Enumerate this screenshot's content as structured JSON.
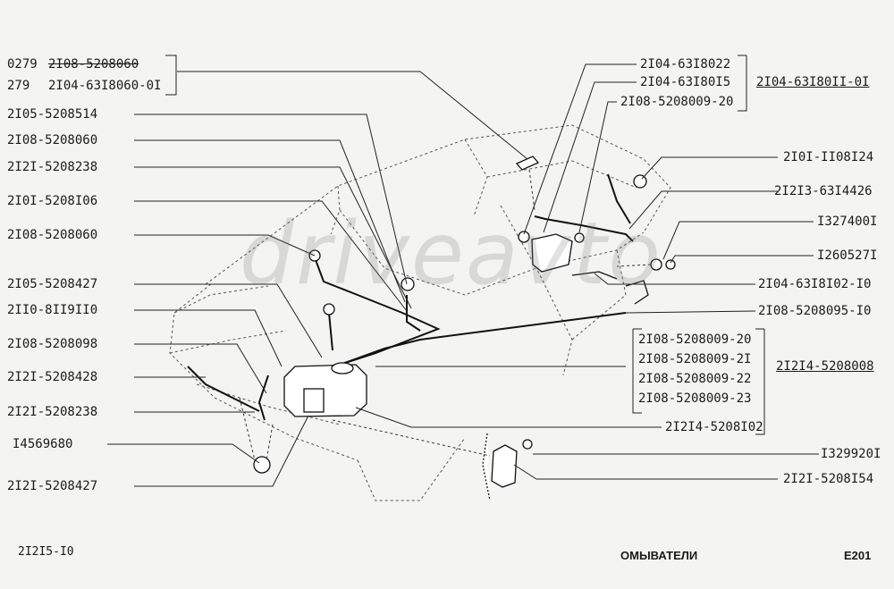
{
  "watermark": "driveavto",
  "left_labels": [
    {
      "id": "l1a",
      "text": "0279",
      "sub": "2I08-5208060"
    },
    {
      "id": "l1b",
      "text": "279",
      "sub": "2I04-63I8060-0I"
    },
    {
      "id": "l2",
      "text": "2I05-5208514"
    },
    {
      "id": "l3",
      "text": "2I08-5208060"
    },
    {
      "id": "l4",
      "text": "2I2I-5208238"
    },
    {
      "id": "l5",
      "text": "2I0I-5208I06"
    },
    {
      "id": "l6",
      "text": "2I08-5208060"
    },
    {
      "id": "l7",
      "text": "2I05-5208427"
    },
    {
      "id": "l8",
      "text": "2II0-8II9II0"
    },
    {
      "id": "l9",
      "text": "2I08-5208098"
    },
    {
      "id": "l10",
      "text": "2I2I-5208428"
    },
    {
      "id": "l11",
      "text": "2I2I-5208238"
    },
    {
      "id": "l12",
      "text": "I4569680"
    },
    {
      "id": "l13",
      "text": "2I2I-5208427"
    }
  ],
  "right_labels": {
    "group1": [
      "2I04-63I8022",
      "2I04-63I80I5",
      "2I08-5208009-20"
    ],
    "group1_result": "2I04-63I80II-0I",
    "r1": "2I0I-II08I24",
    "r2": "2I2I3-63I4426",
    "r3": "I327400I",
    "r4": "I260527I",
    "r5": "2I04-63I8I02-I0",
    "r6": "2I08-5208095-I0",
    "group2": [
      "2I08-5208009-20",
      "2I08-5208009-2I",
      "2I08-5208009-22",
      "2I08-5208009-23"
    ],
    "group2_result": "2I2I4-5208008",
    "r7": "2I2I4-5208I02",
    "r8": "I329920I",
    "r9": "2I2I-5208I54"
  },
  "footer": {
    "model": "2I2I5-I0",
    "section": "ОМЫВАТЕЛИ",
    "code": "E201"
  }
}
